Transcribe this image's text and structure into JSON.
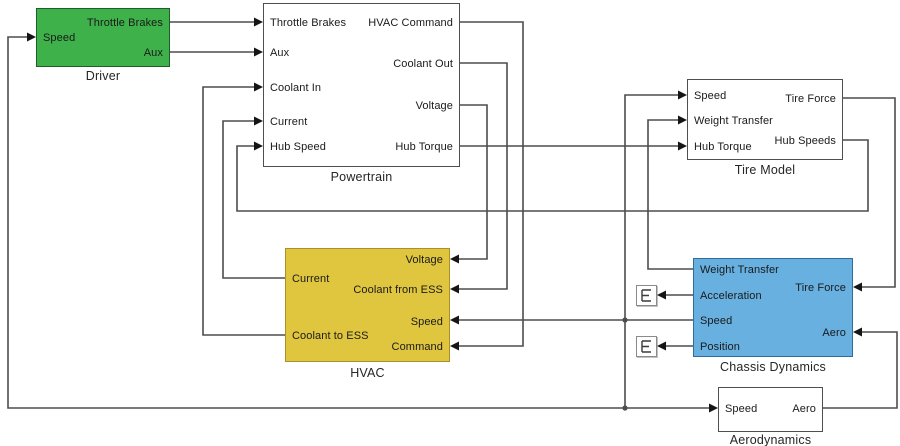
{
  "colors": {
    "wire": "#4d4d4d",
    "arrow": "#151515",
    "label": "#1a1a1a",
    "block_fill": "#ffffff",
    "block_border": "#4f4f4f",
    "driver_fill": "#3eb14a",
    "driver_border": "#1f5e2b",
    "hvac_fill": "#e0c63e",
    "hvac_border": "#ab8f2a",
    "chassis_fill": "#67b0e0",
    "chassis_border": "#2e6d9d"
  },
  "blocks": {
    "driver": {
      "title": "Driver",
      "left": [
        "Speed"
      ],
      "right": [
        "Throttle Brakes",
        "Aux"
      ]
    },
    "powertrain": {
      "title": "Powertrain",
      "left": [
        "Throttle Brakes",
        "Aux",
        "Coolant In",
        "Current",
        "Hub Speed"
      ],
      "right": [
        "HVAC Command",
        "Coolant Out",
        "Voltage",
        "Hub Torque"
      ]
    },
    "tire_model": {
      "title": "Tire Model",
      "left": [
        "Speed",
        "Weight Transfer",
        "Hub Torque"
      ],
      "right": [
        "Tire Force",
        "Hub Speeds"
      ]
    },
    "hvac": {
      "title": "HVAC",
      "left": [
        "Current",
        "Coolant to ESS"
      ],
      "right": [
        "Voltage",
        "Coolant from ESS",
        "Speed",
        "Command"
      ]
    },
    "chassis_dynamics": {
      "title": "Chassis Dynamics",
      "left": [
        "Weight Transfer",
        "Acceleration",
        "Speed",
        "Position"
      ],
      "right": [
        "Tire Force",
        "Aero"
      ]
    },
    "aerodynamics": {
      "title": "Aerodynamics",
      "left": [
        "Speed"
      ],
      "right": [
        "Aero"
      ]
    }
  },
  "icons": {
    "scope": "scope-display-icon"
  }
}
